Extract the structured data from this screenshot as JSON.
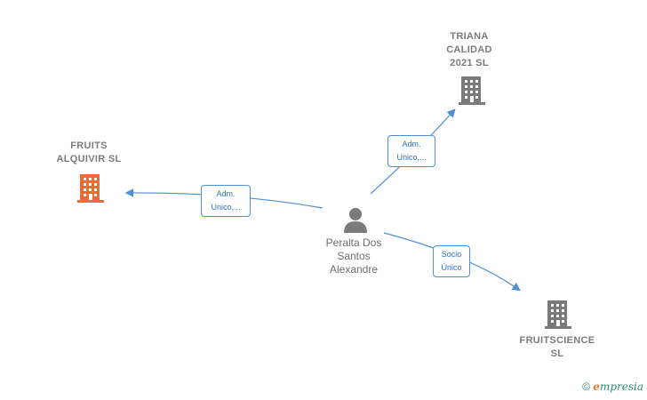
{
  "nodes": {
    "triana": {
      "label": "TRIANA\nCALIDAD\n2021  SL",
      "icon": "building-icon",
      "color": "#7a7a7a"
    },
    "fruits": {
      "label": "FRUITS\nALQUIVIR  SL",
      "icon": "building-icon",
      "color": "#f06a35"
    },
    "person": {
      "label": "Peralta Dos\nSantos\nAlexandre",
      "icon": "person-icon",
      "color": "#7a7a7a"
    },
    "fruitscience": {
      "label": "FRUITSCIENCE\nSL",
      "icon": "building-icon",
      "color": "#7a7a7a"
    }
  },
  "edges": {
    "to_triana": {
      "label": "Adm.\nUnico,..."
    },
    "to_fruits": {
      "label": "Adm.\nUnico,..."
    },
    "to_fruitscience": {
      "label": "Socio\nÚnico"
    }
  },
  "colors": {
    "edge": "#4f8fd6"
  },
  "footer": {
    "copyright": "©",
    "brand_e": "e",
    "brand_rest": "mpresia"
  }
}
